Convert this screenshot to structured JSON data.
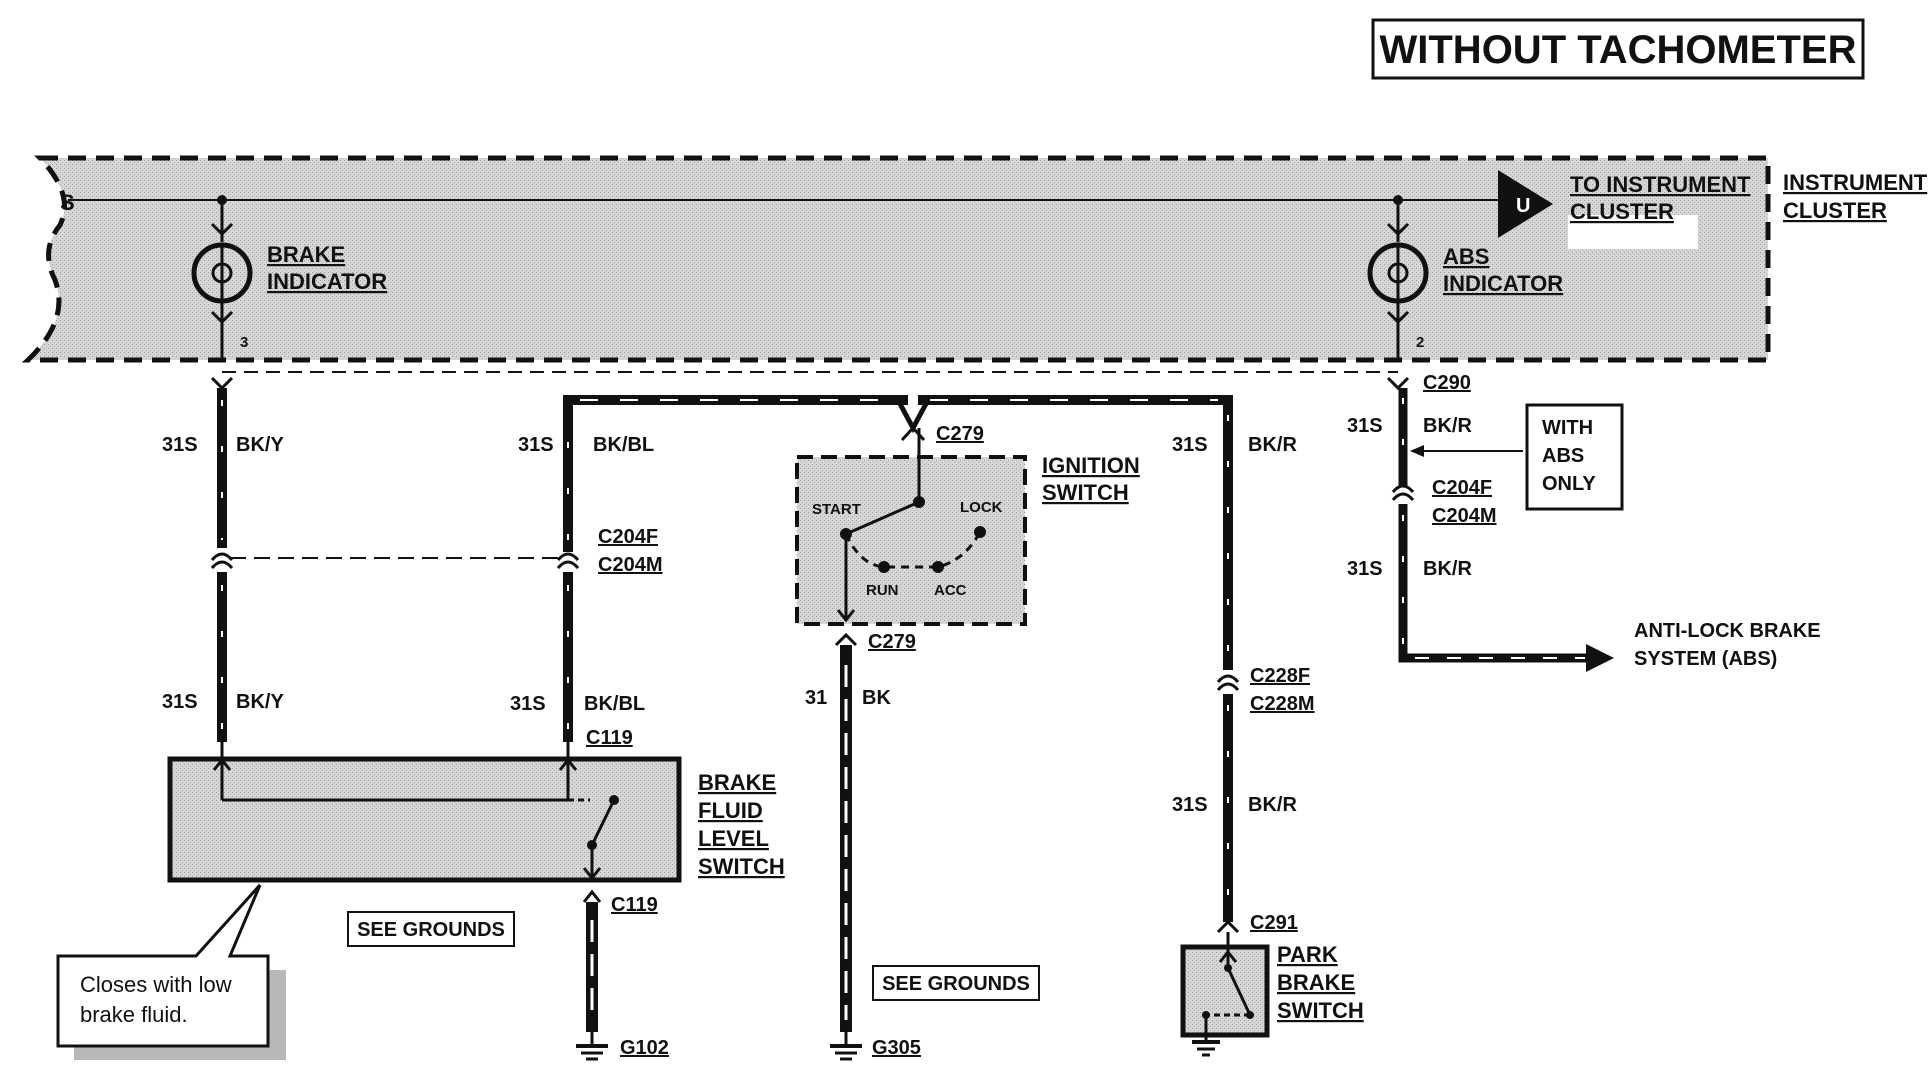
{
  "title": "WITHOUT TACHOMETER",
  "cluster": {
    "label_line1": "INSTRUMENT",
    "label_line2": "CLUSTER",
    "connector_u": "U",
    "to_cluster_line1": "TO INSTRUMENT",
    "to_cluster_line2": "CLUSTER",
    "splice": "S",
    "brake_indicator_line1": "BRAKE",
    "brake_indicator_line2": "INDICATOR",
    "brake_pin": "3",
    "abs_indicator_line1": "ABS",
    "abs_indicator_line2": "INDICATOR",
    "abs_pin": "2"
  },
  "circuits": {
    "brake_upper_num": "31S",
    "brake_upper_color": "BK/Y",
    "brake_lower_num": "31S",
    "brake_lower_color": "BK/Y",
    "ign_upper_num": "31S",
    "ign_upper_color": "BK/BL",
    "ign_lower_num": "31S",
    "ign_lower_color": "BK/BL",
    "ground_num": "31",
    "ground_color": "BK",
    "park_upper_num": "31S",
    "park_upper_color": "BK/R",
    "park_lower_num": "31S",
    "park_lower_color": "BK/R",
    "abs_upper_num": "31S",
    "abs_upper_color": "BK/R",
    "abs_lower_num": "31S",
    "abs_lower_color": "BK/R"
  },
  "connectors": {
    "c204f_left": "C204F",
    "c204m_left": "C204M",
    "c279_top": "C279",
    "c279_bottom": "C279",
    "c119_top": "C119",
    "c119_bottom": "C119",
    "c228f": "C228F",
    "c228m": "C228M",
    "c290": "C290",
    "c291": "C291",
    "c204f_right": "C204F",
    "c204m_right": "C204M"
  },
  "ignition": {
    "label_line1": "IGNITION",
    "label_line2": "SWITCH",
    "start": "START",
    "lock": "LOCK",
    "run": "RUN",
    "acc": "ACC"
  },
  "fluid_switch": {
    "line1": "BRAKE",
    "line2": "FLUID",
    "line3": "LEVEL",
    "line4": "SWITCH"
  },
  "park_switch": {
    "line1": "PARK",
    "line2": "BRAKE",
    "line3": "SWITCH"
  },
  "abs_box": {
    "line1": "WITH",
    "line2": "ABS",
    "line3": "ONLY"
  },
  "abs_system": {
    "line1": "ANTI-LOCK BRAKE",
    "line2": "SYSTEM (ABS)"
  },
  "grounds": {
    "see_grounds_left": "SEE GROUNDS",
    "see_grounds_right": "SEE GROUNDS",
    "g102": "G102",
    "g305": "G305"
  },
  "callout": {
    "line1": "Closes with low",
    "line2": "brake fluid."
  },
  "colors": {
    "ink": "#111111",
    "panel_fill": "#cfcfcf",
    "background": "#ffffff"
  }
}
